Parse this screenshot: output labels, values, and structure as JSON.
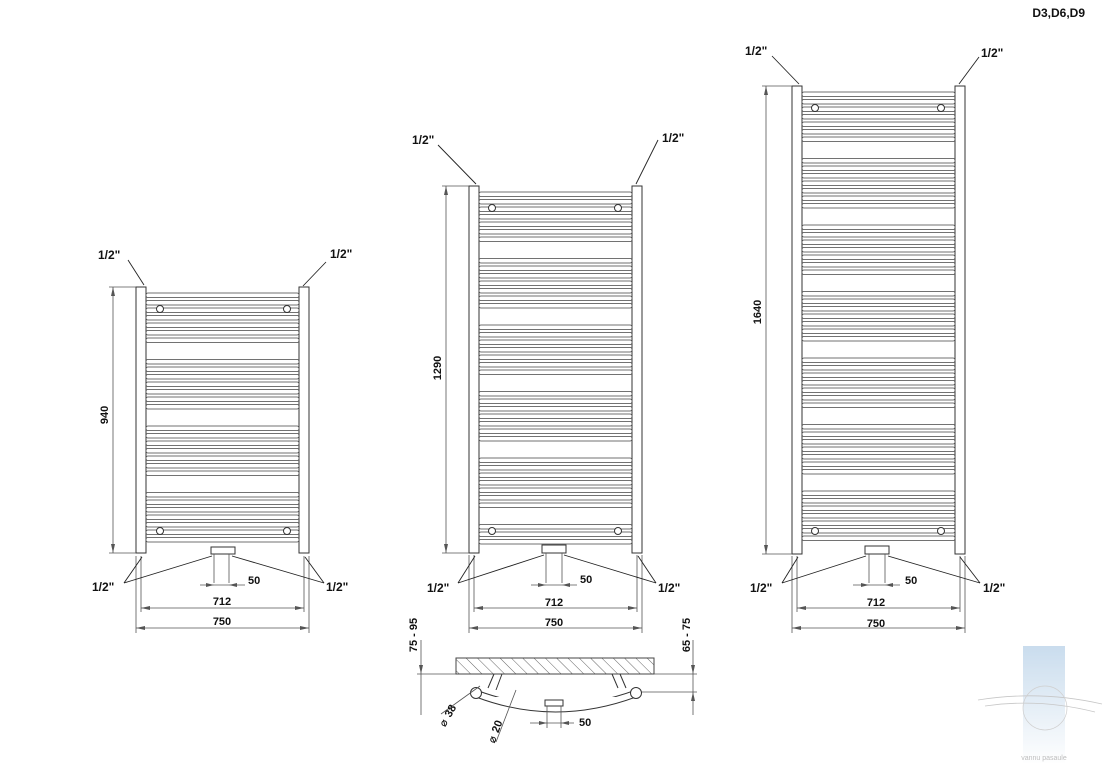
{
  "title": "D3,D6,D9",
  "connection_label": "1/2\"",
  "radiators": [
    {
      "id": "small",
      "height": "940",
      "axis_width": "712",
      "total_width": "750",
      "pipe_spacing": "50",
      "connections": [
        "1/2\"",
        "1/2\"",
        "1/2\"",
        "1/2\""
      ]
    },
    {
      "id": "medium",
      "height": "1290",
      "axis_width": "712",
      "total_width": "750",
      "pipe_spacing": "50",
      "connections": [
        "1/2\"",
        "1/2\"",
        "1/2\"",
        "1/2\""
      ]
    },
    {
      "id": "large",
      "height": "1640",
      "axis_width": "712",
      "total_width": "750",
      "pipe_spacing": "50",
      "connections": [
        "1/2\"",
        "1/2\"",
        "1/2\"",
        "1/2\""
      ]
    }
  ],
  "side_view": {
    "wall_distance_left": "75 - 95",
    "wall_distance_right": "65 - 75",
    "diameter_large": "38",
    "diameter_small": "20",
    "pipe_spacing": "50",
    "diameter_symbol": "⌀"
  },
  "watermark": {
    "text": "vannu pasaule"
  }
}
